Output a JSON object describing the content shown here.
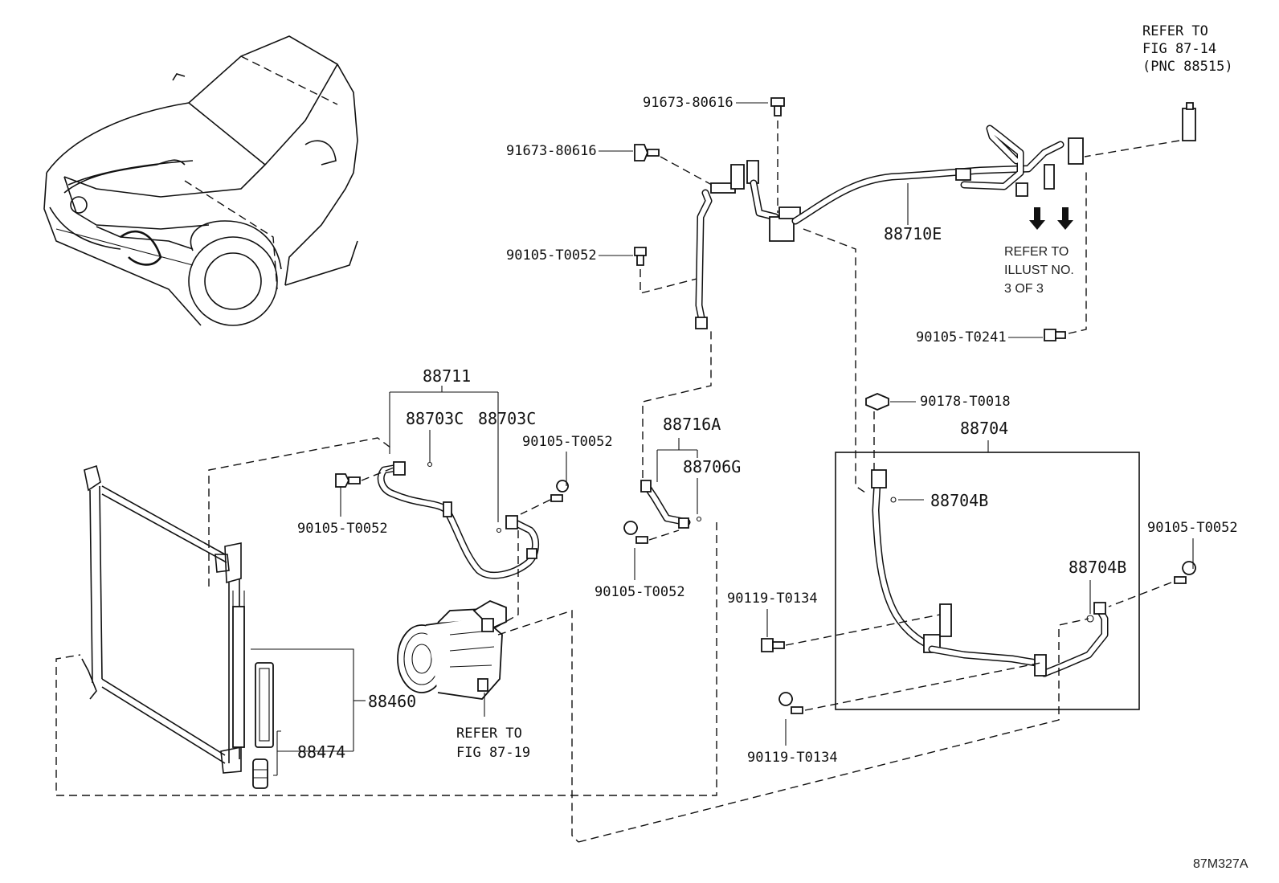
{
  "figure_id": "87M327A",
  "labels": {
    "p91673_top": "91673-80616",
    "p91673_left": "91673-80616",
    "p90105_t0052_upper": "90105-T0052",
    "p88710E": "88710E",
    "refer_illust": [
      "REFER TO",
      "ILLUST NO.",
      "3 OF 3"
    ],
    "refer_fig_87_14": [
      "REFER TO",
      "FIG 87-14",
      "(PNC 88515)"
    ],
    "p90105_t0241": "90105-T0241",
    "p88711": "88711",
    "p88703C_a": "88703C",
    "p88703C_b": "88703C",
    "p90105_t0052_mid": "90105-T0052",
    "p90105_t0052_left": "90105-T0052",
    "p88716A": "88716A",
    "p88706G": "88706G",
    "p90105_t0052_lower": "90105-T0052",
    "p90178_t0018": "90178-T0018",
    "p88704": "88704",
    "p88704B_a": "88704B",
    "p88704B_b": "88704B",
    "p90105_t0052_right": "90105-T0052",
    "p90119_t0134_a": "90119-T0134",
    "p90119_t0134_b": "90119-T0134",
    "p88460": "88460",
    "p88474": "88474",
    "refer_fig_87_19": [
      "REFER TO",
      "FIG 87-19"
    ]
  },
  "icons": [
    "vehicle-outline",
    "condenser",
    "compressor",
    "discharge-hose",
    "suction-pipe",
    "bolt",
    "grommet",
    "arrow-down"
  ]
}
